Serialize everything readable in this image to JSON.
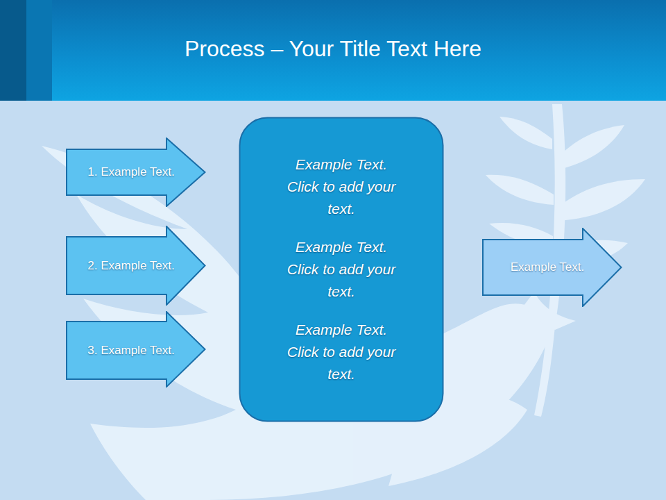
{
  "diagram": {
    "title": "Process – Your Title Text Here",
    "nodes": [
      {
        "text": [
          "1. Example Text."
        ]
      },
      {
        "text": [
          "2. Example Text."
        ]
      },
      {
        "text": [
          "3. Example Text."
        ]
      },
      {
        "text": [
          "Example Text. Click to add your text.",
          "Example Text. Click to add your text.",
          "Example Text. Click to add your text."
        ]
      },
      {
        "text": [
          "Example Text."
        ]
      }
    ]
  }
}
